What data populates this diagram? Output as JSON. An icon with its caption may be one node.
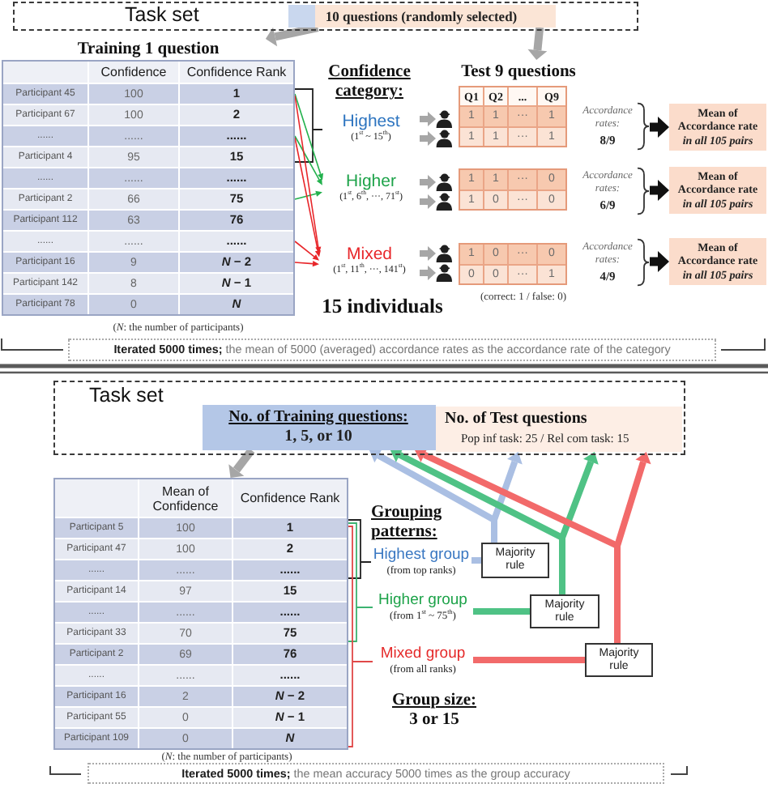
{
  "diagram": {
    "nodes": [
      {
        "text": [
          "Task set"
        ]
      },
      {
        "text": [
          "10 questions (randomly selected)"
        ],
        "in": 0
      },
      {
        "text": [
          "Training 1 question",
          "Confidence",
          "Confidence Rank",
          "Participant 45",
          "100",
          "1",
          "Participant 67",
          "100",
          "2",
          "......",
          "......",
          "......",
          "Participant 4",
          "95",
          "15",
          "......",
          "......",
          "......",
          "Participant 2",
          "66",
          "75",
          "Participant 112",
          "63",
          "76",
          "......",
          "......",
          "......",
          "Participant 16",
          "9",
          "*N* − 2",
          "Participant 142",
          "8",
          "*N* − 1",
          "Participant 78",
          "0",
          "N"
        ]
      },
      {
        "text": [
          "Highest",
          "(1$^{st}$ ~ 15$^{th}$)"
        ]
      },
      {
        "text": [
          "Higher",
          "(1$^{st}$, 6$^{th}$, ···, 71$^{st}$)"
        ]
      },
      {
        "text": [
          "Mixed",
          "(1$^{st}$, 11$^{th}$, ···, 141$^{st}$)"
        ]
      },
      {
        "text": [],
        "shape": "person"
      },
      {
        "text": [],
        "shape": "person"
      },
      {
        "text": [],
        "shape": "person"
      },
      {
        "text": [],
        "shape": "person"
      },
      {
        "text": [],
        "shape": "person"
      },
      {
        "text": [],
        "shape": "person"
      },
      {
        "text": [
          "Test 9 questions",
          "Q1",
          "Q2",
          "...",
          "Q9",
          "1",
          "1",
          "···",
          "1",
          "1",
          "1",
          "···",
          "1"
        ]
      },
      {
        "text": [
          "1",
          "1",
          "···",
          "0",
          "1",
          "0",
          "···",
          "0"
        ]
      },
      {
        "text": [
          "1",
          "0",
          "···",
          "0",
          "0",
          "0",
          "···",
          "1"
        ]
      },
      {
        "text": [
          "Accordance rates:",
          "8/9"
        ]
      },
      {
        "text": [
          "Accordance rates:",
          "6/9"
        ]
      },
      {
        "text": [
          "Accordance rates:",
          "4/9"
        ]
      },
      {
        "text": [
          "Mean of Accordance rate *in all 105 pairs*"
        ]
      },
      {
        "text": [
          "Mean of Accordance rate *in all 105 pairs*"
        ]
      },
      {
        "text": [
          "Mean of Accordance rate *in all 105 pairs*"
        ]
      },
      {
        "text": [
          "**Iterated 5000 times;** the mean of 5000 (averaged) accordance rates as the accordance rate of the category"
        ]
      },
      {
        "text": [
          "Task set"
        ]
      },
      {
        "text": [
          "No. of Training questions:",
          "1, 5, or 10"
        ],
        "in": 22
      },
      {
        "text": [
          "No. of Test questions",
          "Pop inf task: 25 / Rel com task: 15"
        ],
        "in": 22
      },
      {
        "text": [
          "Mean of Confidence",
          "Confidence Rank",
          "Participant 5",
          "100",
          "1",
          "Participant 47",
          "100",
          "2",
          "......",
          "......",
          "......",
          "Participant 14",
          "97",
          "15",
          "......",
          "......",
          "......",
          "Participant 33",
          "70",
          "75",
          "Participant 2",
          "69",
          "76",
          "......",
          "......",
          "......",
          "Participant 16",
          "2",
          "*N* − 2",
          "Participant 55",
          "0",
          "*N* − 1",
          "Participant 109",
          "0",
          "N"
        ]
      },
      {
        "text": [
          "Highest group",
          "(from top ranks)"
        ]
      },
      {
        "text": [
          "Higher group",
          "(from 1$^{st}$ ~ 75$^{th}$)"
        ]
      },
      {
        "text": [
          "Mixed group",
          "(from all ranks)"
        ]
      },
      {
        "text": [
          "Majority rule"
        ]
      },
      {
        "text": [
          "Majority rule"
        ]
      },
      {
        "text": [
          "Majority rule"
        ]
      },
      {
        "text": [
          "**Iterated 5000 times;** the mean accuracy 5000 times as the group accuracy"
        ]
      }
    ],
    "edges": [
      {
        "from": 1,
        "to": 2,
        "arrow": "to"
      },
      {
        "from": 1,
        "to": 12,
        "arrow": "to"
      },
      {
        "from": 2,
        "to": 3,
        "arrow": "none",
        "color": "#222222"
      },
      {
        "from": 2,
        "to": 4,
        "arrow": "to",
        "color": "#22b14c"
      },
      {
        "from": 2,
        "to": 4,
        "arrow": "to",
        "color": "#22b14c"
      },
      {
        "from": 2,
        "to": 4,
        "arrow": "to",
        "color": "#22b14c"
      },
      {
        "from": 2,
        "to": 5,
        "arrow": "to",
        "color": "#e8262a"
      },
      {
        "from": 2,
        "to": 5,
        "arrow": "to",
        "color": "#e8262a"
      },
      {
        "from": 2,
        "to": 5,
        "arrow": "to",
        "color": "#e8262a"
      },
      {
        "from": 2,
        "to": 5,
        "arrow": "to",
        "color": "#e8262a"
      },
      {
        "from": 3,
        "to": 6,
        "arrow": "to"
      },
      {
        "from": 3,
        "to": 7,
        "arrow": "to"
      },
      {
        "from": 4,
        "to": 8,
        "arrow": "to"
      },
      {
        "from": 4,
        "to": 9,
        "arrow": "to"
      },
      {
        "from": 5,
        "to": 10,
        "arrow": "to"
      },
      {
        "from": 5,
        "to": 11,
        "arrow": "to"
      },
      {
        "from": 15,
        "to": 18,
        "arrow": "to",
        "color": "#111111"
      },
      {
        "from": 16,
        "to": 19,
        "arrow": "to",
        "color": "#111111"
      },
      {
        "from": 17,
        "to": 20,
        "arrow": "to",
        "color": "#111111"
      },
      {
        "from": 23,
        "to": 25,
        "arrow": "to"
      },
      {
        "from": 25,
        "to": 26,
        "arrow": "none",
        "color": "#222222"
      },
      {
        "from": 25,
        "to": 27,
        "arrow": "none",
        "color": "#3cb371"
      },
      {
        "from": 25,
        "to": 28,
        "arrow": "none",
        "color": "#e04848"
      },
      {
        "from": 26,
        "to": 29,
        "arrow": "none",
        "color": "#aabfe3"
      },
      {
        "from": 27,
        "to": 30,
        "arrow": "none",
        "color": "#4fc285"
      },
      {
        "from": 28,
        "to": 31,
        "arrow": "none",
        "color": "#f26a6a"
      },
      {
        "from": 29,
        "to": 23,
        "arrow": "to",
        "color": "#aabfe3"
      },
      {
        "from": 29,
        "to": 24,
        "arrow": "to",
        "color": "#aabfe3"
      },
      {
        "from": 30,
        "to": 23,
        "arrow": "to",
        "color": "#4fc285"
      },
      {
        "from": 30,
        "to": 24,
        "arrow": "to",
        "color": "#4fc285"
      },
      {
        "from": 31,
        "to": 23,
        "arrow": "to",
        "color": "#f26a6a"
      },
      {
        "from": 31,
        "to": 24,
        "arrow": "to",
        "color": "#f26a6a"
      }
    ],
    "labels": [
      "Confidence category:",
      "15 individuals",
      "(correct: 1 / false: 0)",
      "(*N*: the number of participants)",
      "Grouping patterns:",
      "Group size:",
      "3 or 15",
      "(*N*: the number of participants)"
    ]
  }
}
